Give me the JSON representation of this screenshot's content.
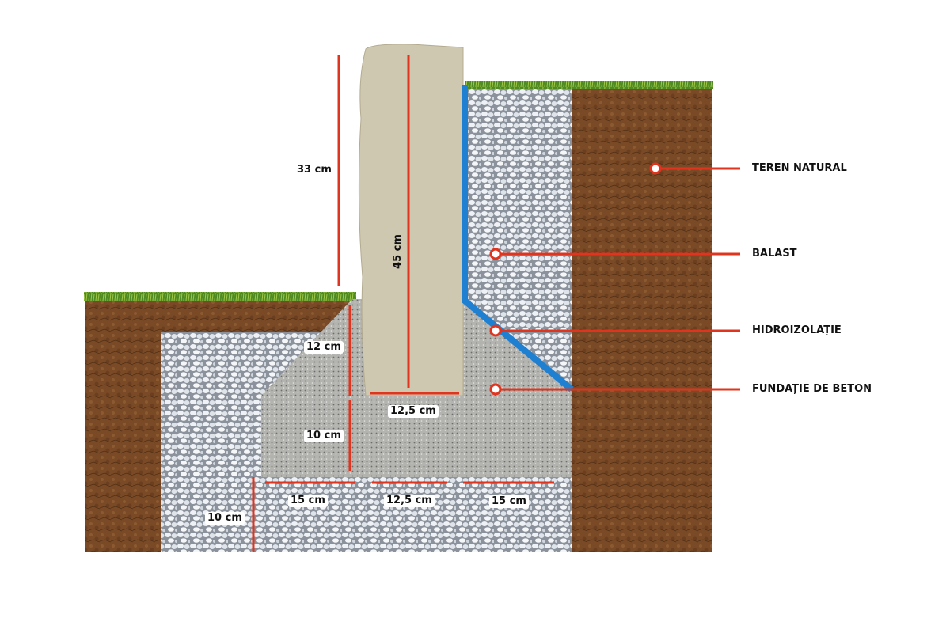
{
  "colors": {
    "soil": "#7a4a26",
    "gravel": "#dfe4ea",
    "concrete": "#a9a9a6",
    "column": "#cfc8b0",
    "membrane": "#1f7fd0",
    "grass": "#5f9a2c",
    "dimension": "#e0341e"
  },
  "dimensions": {
    "above_ground": "33 cm",
    "column_height": "45 cm",
    "slope_height": "12 cm",
    "column_width": "12,5 cm",
    "footing_height": "10 cm",
    "left_offset": "15 cm",
    "base_center": "12,5 cm",
    "right_offset": "15 cm",
    "gravel_bed": "10 cm"
  },
  "callouts": [
    {
      "label": "TEREN NATURAL"
    },
    {
      "label": "BALAST"
    },
    {
      "label": "HIDROIZOLAȚIE"
    },
    {
      "label": "FUNDAȚIE DE BETON"
    }
  ]
}
